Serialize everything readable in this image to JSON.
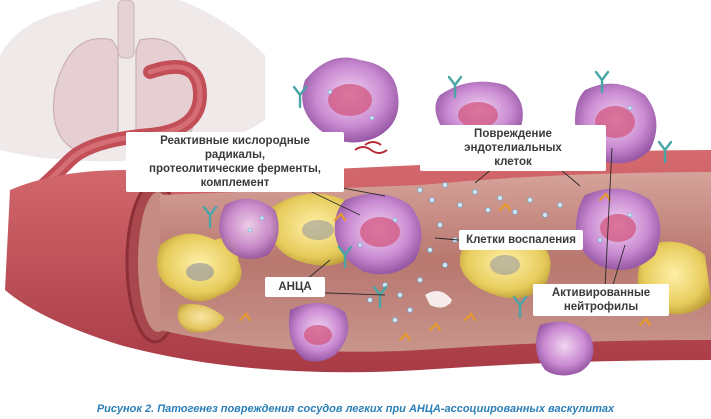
{
  "labels": {
    "ros": "Реактивные кислородные радикалы,\nпротеолитические  ферменты,\nкомплемент",
    "endothelial": "Повреждение эндотелиальных\nклеток",
    "inflammatory": "Клетки воспаления",
    "anca": "АНЦА",
    "neutrophils": "Активированные\nнейтрофилы"
  },
  "caption": "Рисунок 2.  Патогенез повреждения сосудов легких при АНЦА-ассоциированных васкулитах",
  "colors": {
    "vessel_wall": "#c8535a",
    "vessel_lumen": "#b97e76",
    "neutrophil": "#c07fc9",
    "neutrophil_nucleus": "#d2557f",
    "yellow_cell": "#e8cf62",
    "lung": "#e6cfd2",
    "caption": "#2c7fb8"
  }
}
